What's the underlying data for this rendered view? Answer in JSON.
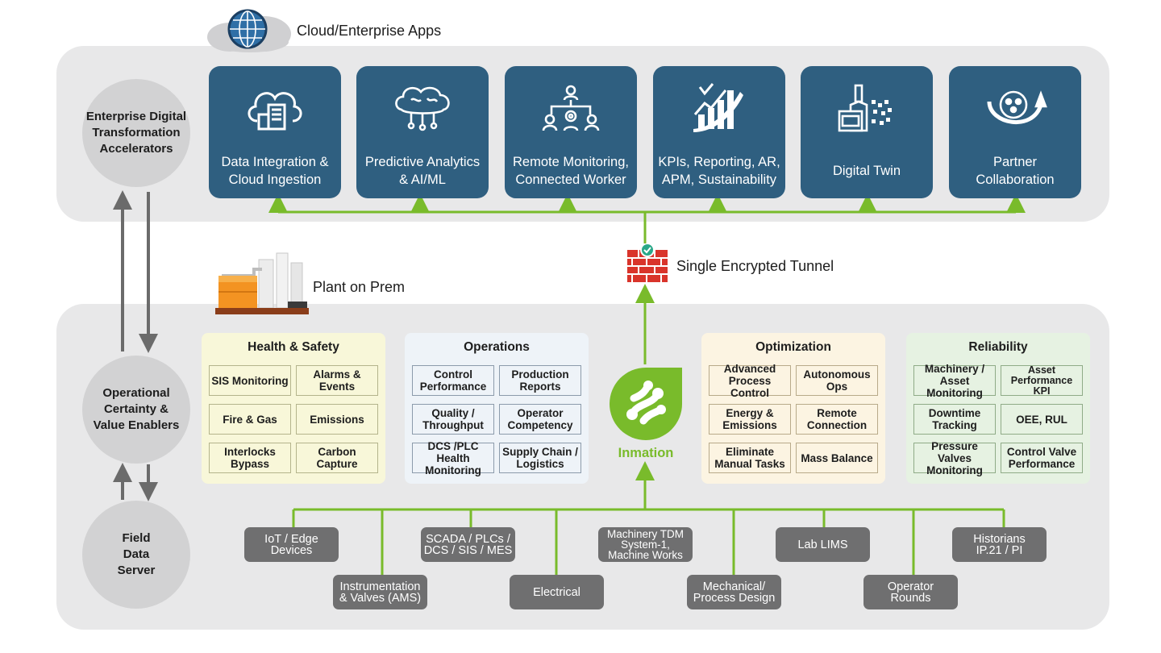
{
  "cloud_label": "Cloud/Enterprise Apps",
  "plant_label": "Plant on Prem",
  "tunnel_label": "Single Encrypted Tunnel",
  "hub_label": "Inmation",
  "colors": {
    "tile": "#2f5f80",
    "green": "#79bb2b",
    "source": "#6f6f70",
    "panel": "#e8e8e9",
    "circle": "#d2d2d3",
    "firewall": "#d9342b"
  },
  "layers": [
    {
      "label": "Enterprise Digital\nTransformation\nAccelerators"
    },
    {
      "label": "Operational\nCertainty &\nValue Enablers"
    },
    {
      "label": "Field\nData\nServer"
    }
  ],
  "apps": [
    {
      "label": "Data Integration &\nCloud Ingestion",
      "icon": "cloud-server-icon"
    },
    {
      "label": "Predictive Analytics\n& AI/ML",
      "icon": "brain-circuit-icon"
    },
    {
      "label": "Remote Monitoring,\nConnected Worker",
      "icon": "people-network-icon"
    },
    {
      "label": "KPIs, Reporting, AR,\nAPM, Sustainability",
      "icon": "growth-chart-icon"
    },
    {
      "label": "Digital Twin",
      "icon": "factory-twin-icon"
    },
    {
      "label": "Partner\nCollaboration",
      "icon": "gear-people-icon"
    }
  ],
  "groups": [
    {
      "title": "Health & Safety",
      "bg": "#f8f7d9",
      "border": "#b4b48c",
      "items": [
        "SIS Monitoring",
        "Alarms &\nEvents",
        "Fire & Gas",
        "Emissions",
        "Interlocks\nBypass",
        "Carbon\nCapture"
      ]
    },
    {
      "title": "Operations",
      "bg": "#eef3f8",
      "border": "#8c9bab",
      "items": [
        "Control\nPerformance",
        "Production\nReports",
        "Quality /\nThroughput",
        "Operator\nCompetency",
        "DCS /PLC Health\nMonitoring",
        "Supply Chain /\nLogistics"
      ]
    },
    {
      "title": "Optimization",
      "bg": "#fcf4e2",
      "border": "#b8aa8a",
      "items": [
        "Advanced\nProcess Control",
        "Autonomous\nOps",
        "Energy &\nEmissions",
        "Remote\nConnection",
        "Eliminate\nManual Tasks",
        "Mass Balance"
      ]
    },
    {
      "title": "Reliability",
      "bg": "#e6f2e2",
      "border": "#8fab87",
      "items": [
        "Machinery /\nAsset Monitoring",
        "Asset\nPerformance\nKPI",
        "Downtime\nTracking",
        "OEE, RUL",
        "Pressure Valves\nMonitoring",
        "Control Valve\nPerformance"
      ]
    }
  ],
  "sources": [
    {
      "label": "IoT / Edge\nDevices"
    },
    {
      "label": "Instrumentation\n& Valves (AMS)"
    },
    {
      "label": "SCADA / PLCs /\nDCS / SIS / MES"
    },
    {
      "label": "Electrical"
    },
    {
      "label": "Machinery TDM\nSystem-1,\nMachine Works"
    },
    {
      "label": "Mechanical/\nProcess Design"
    },
    {
      "label": "Lab LIMS"
    },
    {
      "label": "Operator\nRounds"
    },
    {
      "label": "Historians\nIP.21 / PI"
    }
  ]
}
